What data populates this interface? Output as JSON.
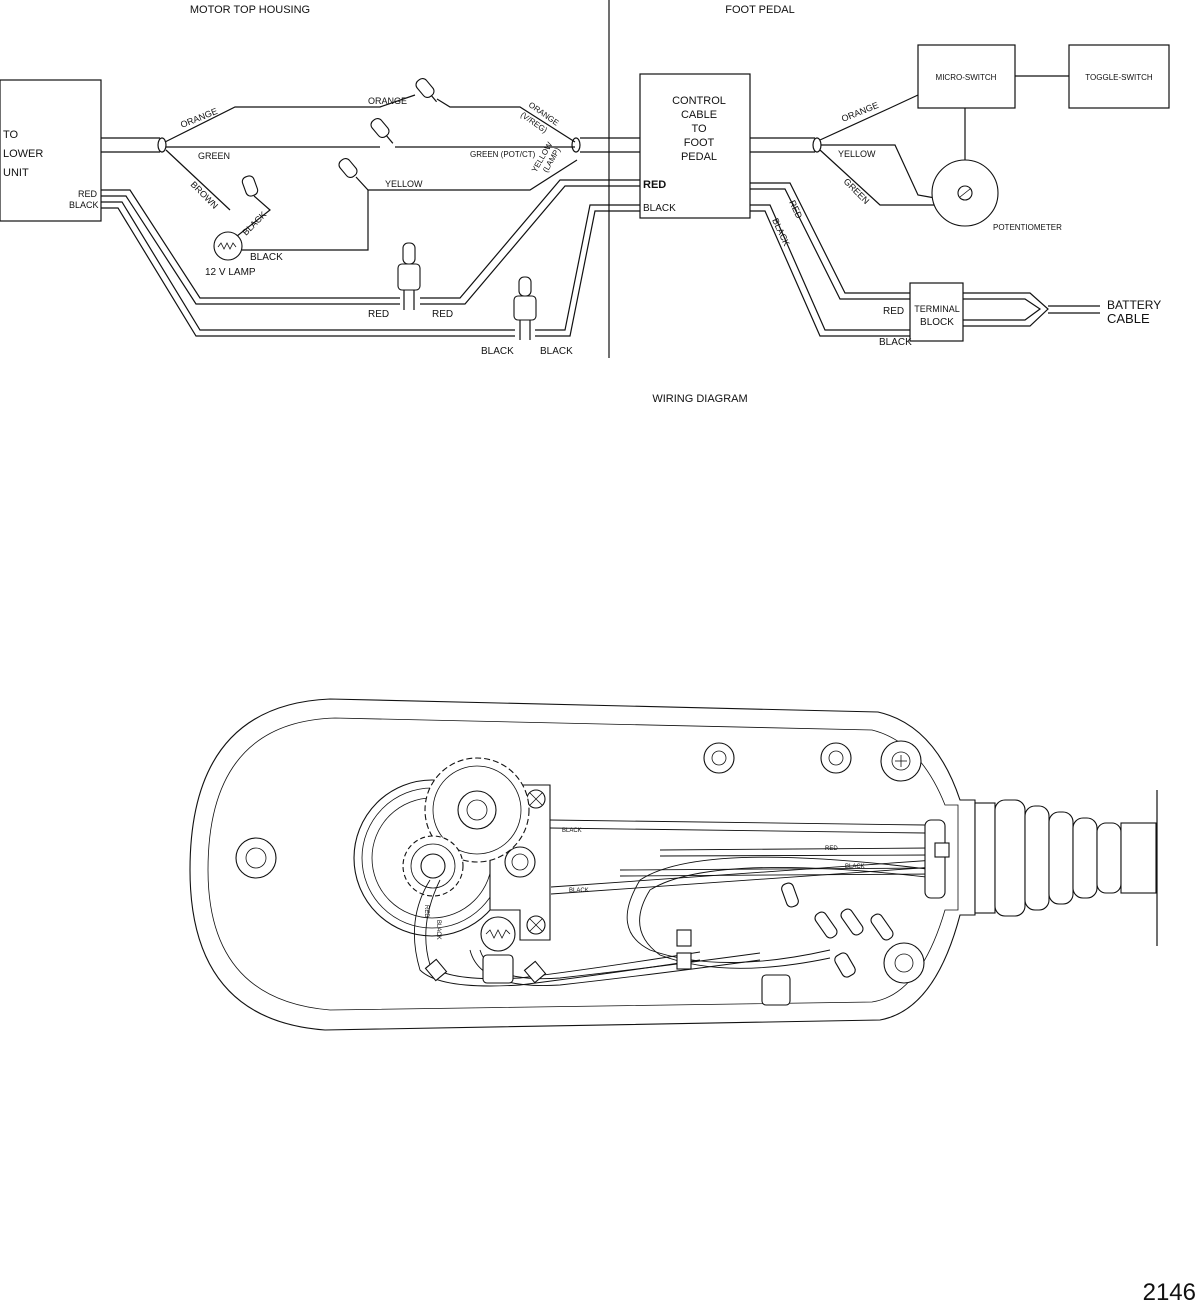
{
  "sections": {
    "motor_top_housing": "MOTOR TOP HOUSING",
    "foot_pedal": "FOOT PEDAL",
    "wiring_diagram": "WIRING DIAGRAM"
  },
  "blocks": {
    "lower_unit": [
      "TO",
      "LOWER",
      "UNIT"
    ],
    "control_cable": [
      "CONTROL",
      "CABLE",
      "TO",
      "FOOT",
      "PEDAL"
    ],
    "micro_switch": "MICRO-SWITCH",
    "toggle_switch": "TOGGLE-SWITCH",
    "potentiometer": "POTENTIOMETER",
    "terminal_block": [
      "TERMINAL",
      "BLOCK"
    ],
    "battery_cable": [
      "BATTERY",
      "CABLE"
    ]
  },
  "wire_labels": {
    "orange_left": "ORANGE",
    "orange_mid": "ORANGE",
    "orange_vreg": [
      "ORANGE",
      "(V/REG)"
    ],
    "green_left": "GREEN",
    "green_potct": "GREEN (POT/CT)",
    "brown": "BROWN",
    "black_lamp_diag": "BLACK",
    "black_lamp": "BLACK",
    "lamp": "12 V LAMP",
    "yellow": "YELLOW",
    "yellow_lamp": [
      "YELLOW",
      "(LAMP)"
    ],
    "red_left": "RED",
    "black_left": "BLACK",
    "red_conn_a": "RED",
    "red_conn_b": "RED",
    "black_conn_a": "BLACK",
    "black_conn_b": "BLACK",
    "red_cable": "RED",
    "black_cable": "BLACK",
    "orange_pedal": "ORANGE",
    "yellow_pedal": "YELLOW",
    "green_pedal": "GREEN",
    "red_pedal_diag": "RED",
    "black_pedal_diag": "BLACK",
    "red_terminal": "RED",
    "black_terminal": "BLACK"
  },
  "housing_labels": {
    "black_top": "BLACK",
    "red_mid": "RED",
    "black_mid": "BLACK",
    "black_lower": "BLACK",
    "red_vertical": "RED",
    "black_vertical": "BLACK"
  },
  "page_number": "2146"
}
